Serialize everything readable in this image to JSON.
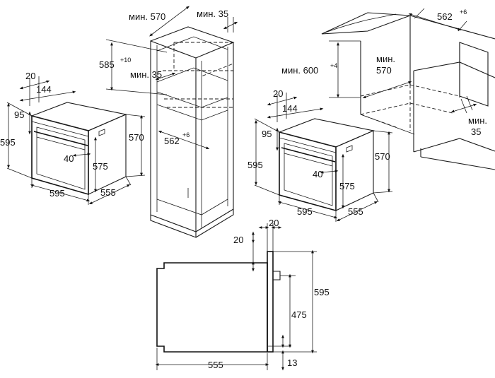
{
  "oven_left": {
    "d20": "20",
    "d144": "144",
    "d95": "95",
    "d595_height": "595",
    "d40": "40",
    "d575": "575",
    "d570": "570",
    "d595_width": "595",
    "d555": "555"
  },
  "tall_cabinet": {
    "min_570": "мин. 570",
    "min_35_top": "мин. 35",
    "h585": "585",
    "h585_sup": "+10",
    "min_35_mid": "мин. 35",
    "w562": "562",
    "w562_sup": "+6"
  },
  "oven_right": {
    "d20": "20",
    "d144": "144",
    "d95": "95",
    "d595_height": "595",
    "d40": "40",
    "d575": "575",
    "d570": "570",
    "d595_width": "595",
    "d555": "555"
  },
  "under_counter": {
    "w562": "562",
    "w562_sup": "+6",
    "min_600": "мин. 600",
    "min_600_sup": "+4",
    "min_570_line1": "мин.",
    "min_570_line2": "570",
    "min_35_line1": "мин.",
    "min_35_line2": "35"
  },
  "side_view": {
    "d20_a": "20",
    "d20_b": "20",
    "d595": "595",
    "d475": "475",
    "d555": "555",
    "d13": "13"
  }
}
